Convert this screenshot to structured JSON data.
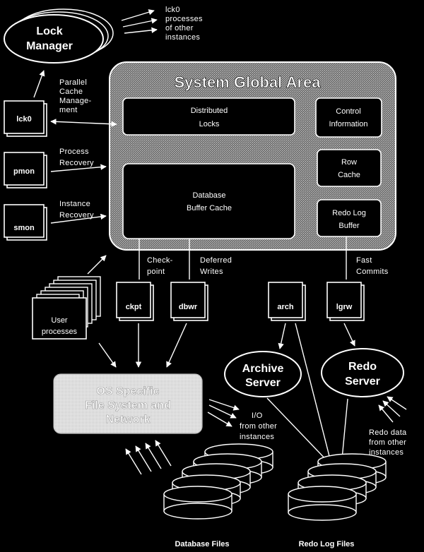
{
  "lock_manager": {
    "label1": "Lock",
    "label2": "Manager"
  },
  "lck0_note": [
    "lck0",
    "processes",
    "of other",
    "instances"
  ],
  "parallel_cache": [
    "Parallel",
    "Cache",
    "Manage-",
    "ment"
  ],
  "sga": {
    "title": "System Global Area",
    "distributed_locks": [
      "Distributed",
      "Locks"
    ],
    "control_information": [
      "Control",
      "Information"
    ],
    "row_cache": [
      "Row",
      "Cache"
    ],
    "database_buffer_cache": [
      "Database",
      "Buffer Cache"
    ],
    "redo_log_buffer": [
      "Redo Log",
      "Buffer"
    ]
  },
  "processes": {
    "lck0": "lck0",
    "pmon": "pmon",
    "smon": "smon",
    "ckpt": "ckpt",
    "dbwr": "dbwr",
    "arch": "arch",
    "lgwr": "lgrw"
  },
  "labels": {
    "process_recovery": [
      "Process",
      "Recovery"
    ],
    "instance_recovery": [
      "Instance",
      "Recovery"
    ],
    "checkpoint": [
      "Check-",
      "point"
    ],
    "deferred_writes": [
      "Deferred",
      "Writes"
    ],
    "fast_commits": [
      "Fast",
      "Commits"
    ],
    "user_processes": [
      "User",
      "processes"
    ],
    "io_other": [
      "I/O",
      "from other",
      "instances"
    ],
    "redo_data_other": [
      "Redo  data",
      "from other",
      "instances"
    ]
  },
  "os_box": [
    "OS Specific",
    "File System and",
    "Network"
  ],
  "archive_server": [
    "Archive",
    "Server"
  ],
  "redo_server": [
    "Redo",
    "Server"
  ],
  "database_files": "Database Files",
  "redo_log_files": "Redo Log Files",
  "colors": {
    "background": "#000000",
    "foreground": "#ffffff",
    "sga_fill": "#8c8c8c",
    "os_fill": "#e6e6e6"
  }
}
